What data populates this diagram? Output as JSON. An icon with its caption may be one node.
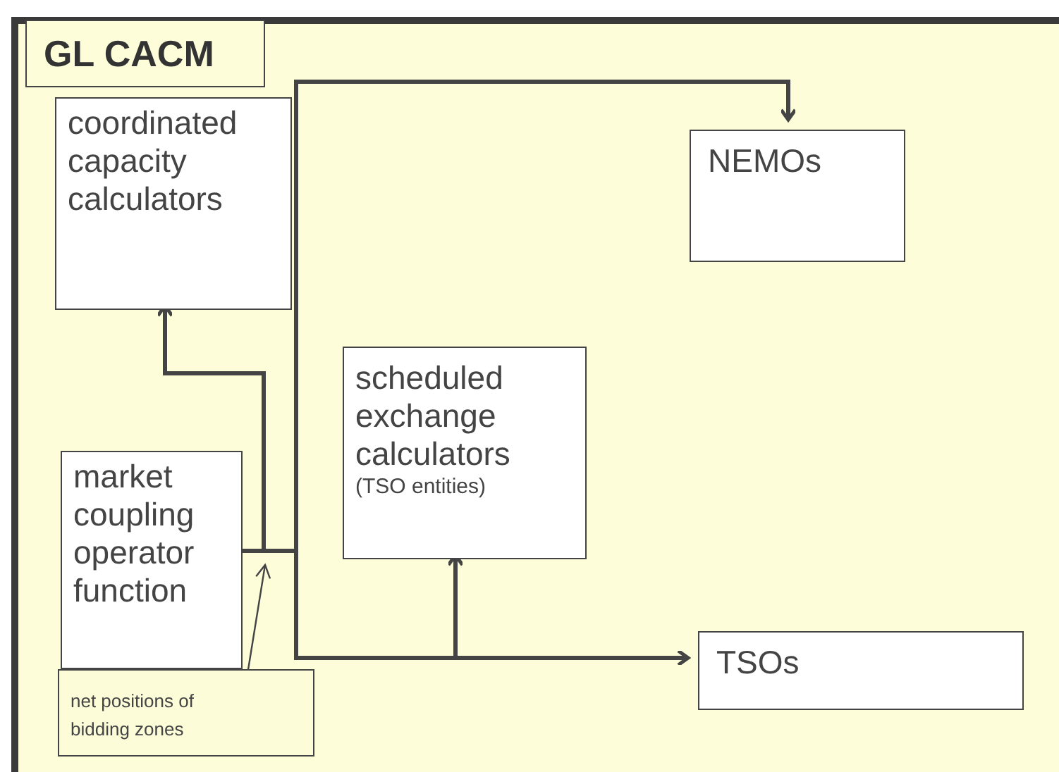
{
  "diagram": {
    "nodes": [
      {
        "text": [
          "GL CACM"
        ]
      },
      {
        "text": [
          "coordinated capacity calculators"
        ],
        "in": 0
      },
      {
        "text": [
          "NEMOs"
        ],
        "in": 0
      },
      {
        "text": [
          "scheduled exchange calculators",
          "(TSO entities)"
        ],
        "in": 0
      },
      {
        "text": [
          "market coupling operator function"
        ],
        "in": 0
      },
      {
        "text": [
          "net positions of bidding zones"
        ],
        "in": 0
      },
      {
        "text": [
          "TSOs"
        ],
        "in": 0
      }
    ],
    "edges": [
      {
        "from": 4,
        "to": 1,
        "arrow": "to"
      },
      {
        "from": 4,
        "to": 2,
        "arrow": "to"
      },
      {
        "from": 4,
        "to": 3,
        "arrow": "to"
      },
      {
        "from": 4,
        "to": 6,
        "arrow": "to"
      },
      {
        "from": 5,
        "to": 4,
        "arrow": "to"
      }
    ]
  }
}
